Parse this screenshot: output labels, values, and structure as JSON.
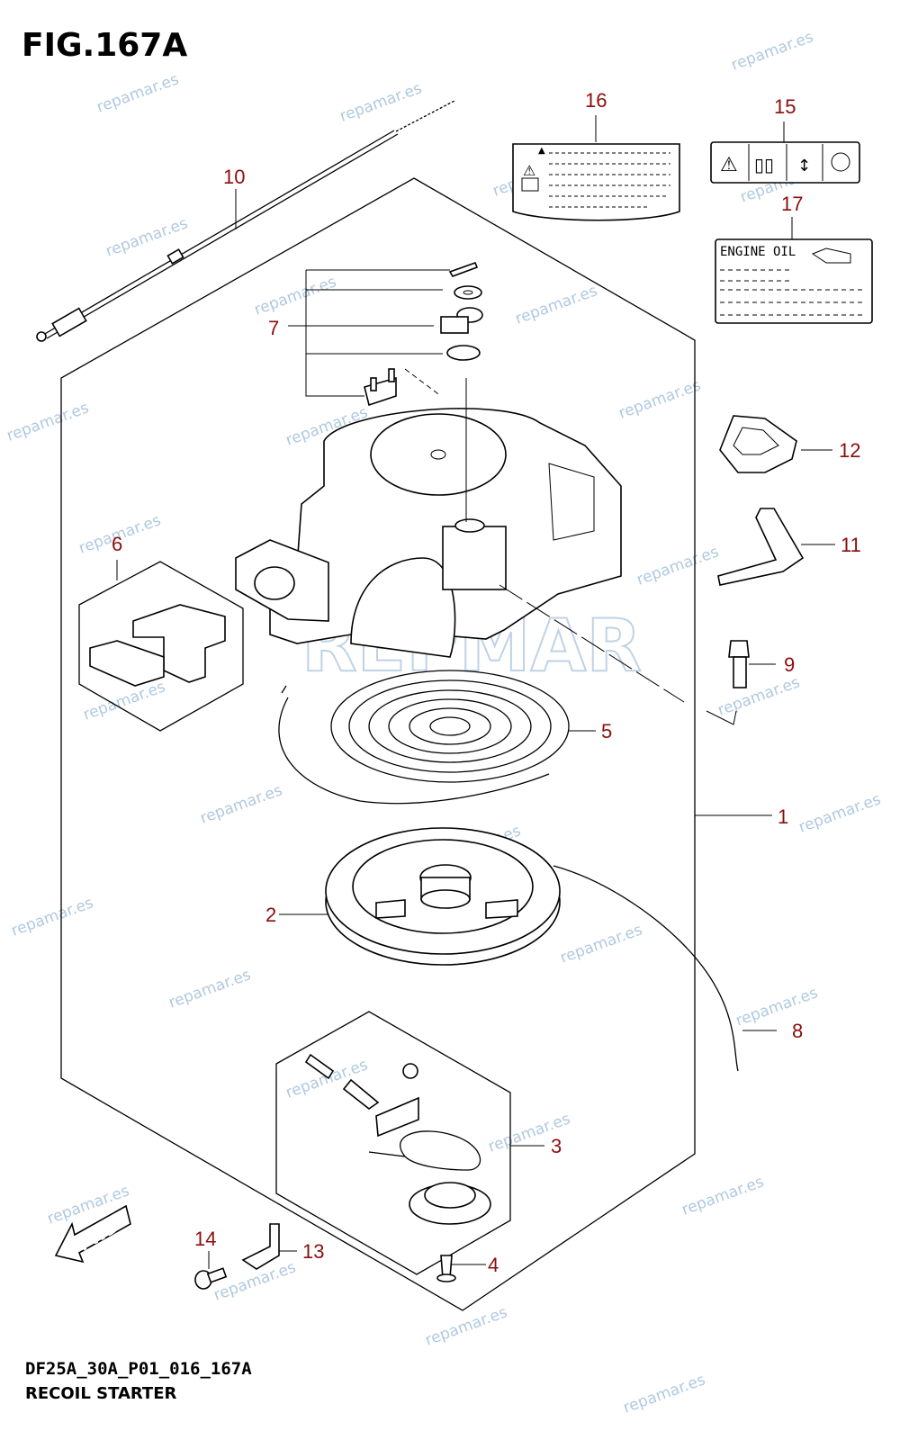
{
  "figure": {
    "title": "FIG.167A",
    "code": "DF25A_30A_P01_016_167A",
    "name": "RECOIL STARTER"
  },
  "callouts": [
    "1",
    "2",
    "3",
    "4",
    "5",
    "6",
    "7",
    "8",
    "9",
    "10",
    "11",
    "12",
    "13",
    "14",
    "15",
    "16",
    "17"
  ],
  "labels": {
    "engine_oil": "ENGINE OIL",
    "fwd": "FWD",
    "logo": "REPMAR"
  },
  "watermark": "repamar.es",
  "colors": {
    "callout": "#8b0d0d",
    "watermark": "#6e9cc7",
    "line": "#000000"
  }
}
